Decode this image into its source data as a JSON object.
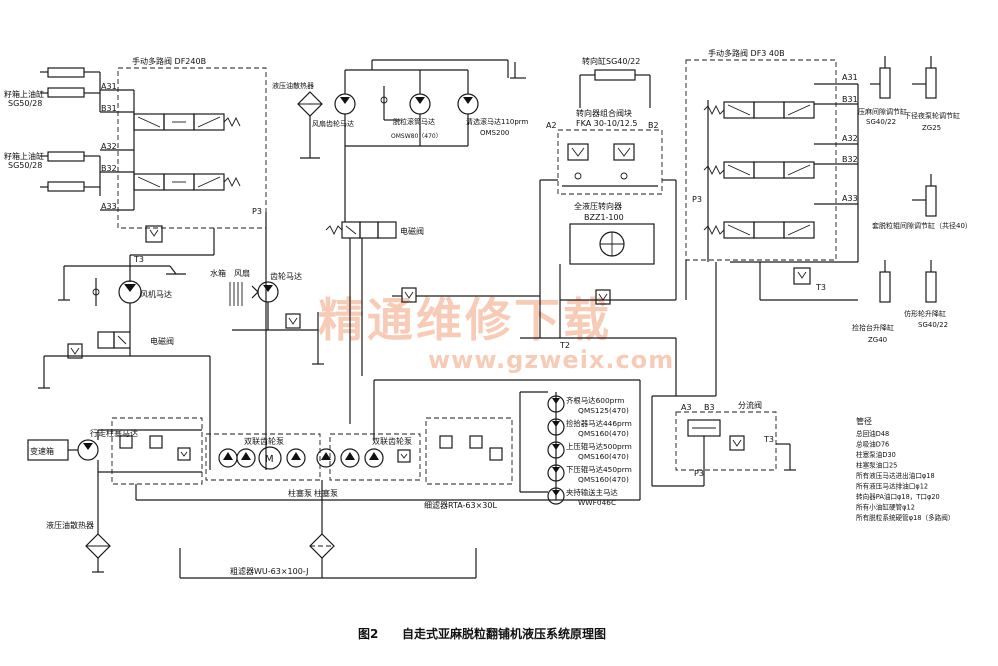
{
  "caption": {
    "number": "图2",
    "text": "自走式亚麻脱粒翻铺机液压系统原理图"
  },
  "watermark": {
    "cn": "精通维修下载",
    "url": "www.gzweix.com"
  },
  "colors": {
    "line": "#1a1a1a",
    "watermark": "#f2a27a",
    "background": "#ffffff"
  },
  "valves": {
    "left": {
      "label": "手动多路阀 DF240B",
      "ports": [
        "A31",
        "B31",
        "A32",
        "B32",
        "A33"
      ],
      "pressure": "P3",
      "tank": "T3"
    },
    "right": {
      "label": "手动多路阀 DF3 40B",
      "ports": [
        "A31",
        "B31",
        "A32",
        "B32",
        "A33"
      ],
      "pressure": "P3",
      "tank": "T3"
    },
    "steer_block": {
      "label1": "转向器组合阀块",
      "label2": "FKA 30-10/12.5",
      "ports": [
        "A2",
        "B2",
        "T2"
      ]
    },
    "steer_unit": {
      "label1": "全液压转向器",
      "label2": "BZZ1-100"
    },
    "steer_cyl": "转向缸SG40/22",
    "divider": {
      "label": "分流阀",
      "ports": [
        "A3",
        "B3",
        "T3",
        "P3"
      ]
    },
    "solenoid_top": "电磁阀",
    "solenoid_left": "电磁阀"
  },
  "cylinders": {
    "left_up": {
      "l1": "籽箱上油缸",
      "l2": "SG50/28"
    },
    "left_down": {
      "l1": "籽箱上油缸",
      "l2": "SG50/28"
    },
    "r1": {
      "l1": "压麻间隙调节缸",
      "l2": "SG40/22"
    },
    "r2": {
      "l1": "下径夜泵轮调节缸",
      "l2": "ZG25"
    },
    "r3": "套脱粒辊间隙调节缸（共径40）",
    "r4": {
      "l1": "捡拾台升降缸",
      "l2": "ZG40"
    },
    "r5": {
      "l1": "仿形轮升降缸",
      "l2": "SG40/22"
    }
  },
  "components": {
    "cooler_top": "液压油散热器",
    "fan_motor_top": "风扇齿轮马达",
    "thresh_motor": "脱粒滚筒马达",
    "thresh_code": "OMSW80（470）",
    "clean_motor": "清选滚马达110prm",
    "clean_code": "OMS200",
    "fan_motor": "风机马达",
    "water_tank": "水箱",
    "fan": "风扇",
    "gear_motor": "齿轮马达",
    "gearbox": "变速箱",
    "travel_motor": "行走柱塞马达",
    "dual_pump1": "双联齿轮泵",
    "dual_pump2": "双联齿轮泵",
    "piston_pump1": "柱塞泵",
    "piston_pump2": "柱塞泵",
    "motor_letter": "M",
    "cooler_bottom": "液压油散热器",
    "coarse_filter": "粗滤器WU-63×100-J",
    "fine_filter": "细滤器RTA-63×30L"
  },
  "motor_list": [
    {
      "l1": "齐根马达600prm",
      "l2": "QMS125(470)"
    },
    {
      "l1": "捡拾器马达446prm",
      "l2": "QMS160(470)"
    },
    {
      "l1": "上压辊马达500prm",
      "l2": "QMS160(470)"
    },
    {
      "l1": "下压辊马达450prm",
      "l2": "QMS160(470)"
    },
    {
      "l1": "夹持输送主马达",
      "l2": "WWF046C"
    }
  ],
  "pipe_notes": {
    "title": "管径",
    "items": [
      "总回油D48",
      "总吸油D76",
      "柱塞泵油D30",
      "柱塞泵油口25",
      "所有液压马达进出油口φ18",
      "所有液压马达排油口φ12",
      "转向器PA油口φ18，T口φ20",
      "所有小油缸硬管φ12",
      "所有脱粒系统硬管φ18（多路阀）"
    ]
  }
}
